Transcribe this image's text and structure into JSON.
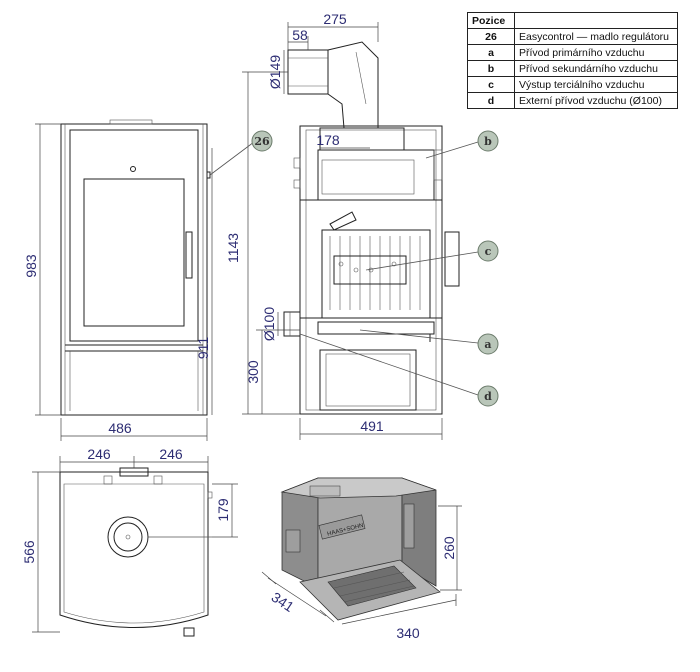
{
  "legend": {
    "header": "Pozice",
    "rows": [
      {
        "key": "26",
        "text": "Easycontrol — madlo regulátoru"
      },
      {
        "key": "a",
        "text": "Přívod primárního vzduchu"
      },
      {
        "key": "b",
        "text": "Přívod sekundárního vzduchu"
      },
      {
        "key": "c",
        "text": "Výstup terciálního vzduchu"
      },
      {
        "key": "d",
        "text": "Externí přívod vzduchu (Ø100)"
      }
    ]
  },
  "dimensions": {
    "front_height": "983",
    "front_width": "486",
    "door_height": "911",
    "total_height": "1143",
    "outlet_height": "300",
    "side_width": "491",
    "flue_offset": "275",
    "flue_inner": "58",
    "flue_diameter": "Ø149",
    "top_flue": "178",
    "air_inlet_diameter": "Ø100",
    "top_half_left": "246",
    "top_half_right": "246",
    "top_depth": "566",
    "top_flue_depth": "179",
    "insert_height": "260",
    "insert_depth": "341",
    "insert_width": "340"
  },
  "callouts": {
    "c26": "26",
    "ca": "a",
    "cb": "b",
    "cc": "c",
    "cd": "d"
  },
  "insert_brand": "HAAS+SOHN"
}
